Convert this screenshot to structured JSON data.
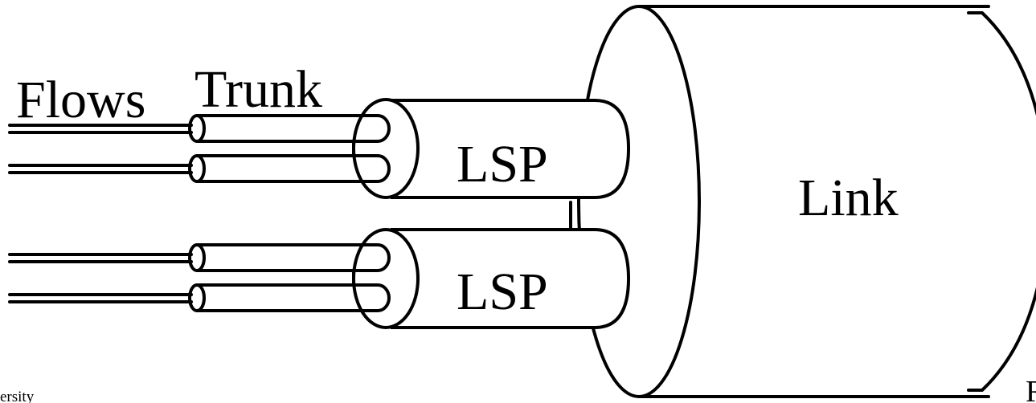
{
  "labels": {
    "flows": "Flows",
    "trunk": "Trunk",
    "lsp_top": "LSP",
    "lsp_bottom": "LSP",
    "link": "Link",
    "footer_left": "ersity",
    "footer_right": "R"
  }
}
